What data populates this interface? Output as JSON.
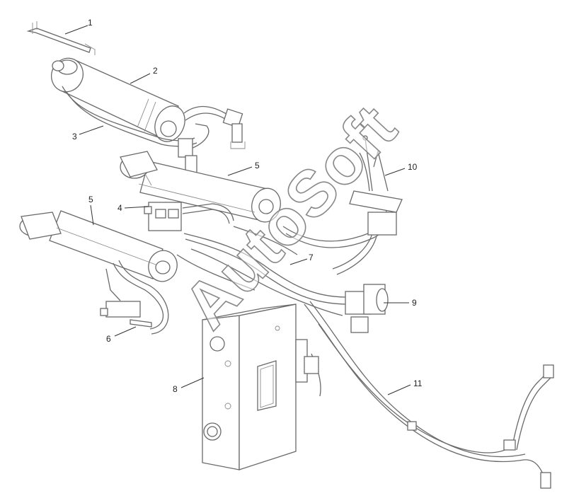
{
  "callouts": [
    {
      "id": "c1",
      "label": "1"
    },
    {
      "id": "c2",
      "label": "2"
    },
    {
      "id": "c3",
      "label": "3"
    },
    {
      "id": "c4",
      "label": "4"
    },
    {
      "id": "c5a",
      "label": "5"
    },
    {
      "id": "c5b",
      "label": "5"
    },
    {
      "id": "c6",
      "label": "6"
    },
    {
      "id": "c7",
      "label": "7"
    },
    {
      "id": "c8",
      "label": "8"
    },
    {
      "id": "c9",
      "label": "9"
    },
    {
      "id": "c10",
      "label": "10"
    },
    {
      "id": "c11",
      "label": "11"
    }
  ],
  "watermark": "AutoSoft"
}
